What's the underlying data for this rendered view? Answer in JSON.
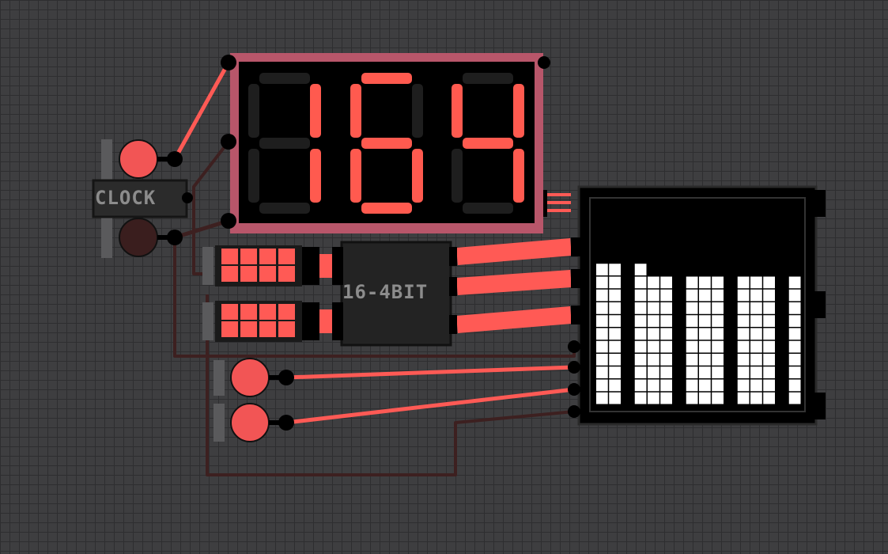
{
  "clock": {
    "label": "CLOCK"
  },
  "chip": {
    "label": "16-4BIT"
  },
  "display": {
    "digits": [
      "1",
      "6",
      "4"
    ],
    "on_color": "#ff5a4f",
    "off_color": "#1e1e1e",
    "frame_color": "#b8566a"
  },
  "colors": {
    "wire_on": "#ff5a55",
    "wire_off": "#3d2020",
    "button_on": "#f25555",
    "button_off": "#3a1e1e",
    "pin": "#000000",
    "pixel_on": "#ffffff",
    "board": "#3e3e40"
  },
  "input_switches": [
    {
      "name": "switch-bank-top",
      "bits": [
        1,
        1,
        1,
        1,
        1,
        1,
        1,
        1
      ]
    },
    {
      "name": "switch-bank-bottom",
      "bits": [
        1,
        1,
        1,
        1,
        1,
        1,
        1,
        1
      ]
    }
  ],
  "buttons": [
    {
      "name": "clock-button-on",
      "state": "on"
    },
    {
      "name": "clock-button-off",
      "state": "off"
    },
    {
      "name": "input-button-1",
      "state": "on"
    },
    {
      "name": "input-button-2",
      "state": "on"
    }
  ],
  "matrix": {
    "columns": 16,
    "rows": 16,
    "bar_heights": [
      11,
      11,
      0,
      11,
      10,
      10,
      0,
      10,
      10,
      10,
      0,
      10,
      10,
      10,
      0,
      10
    ]
  }
}
